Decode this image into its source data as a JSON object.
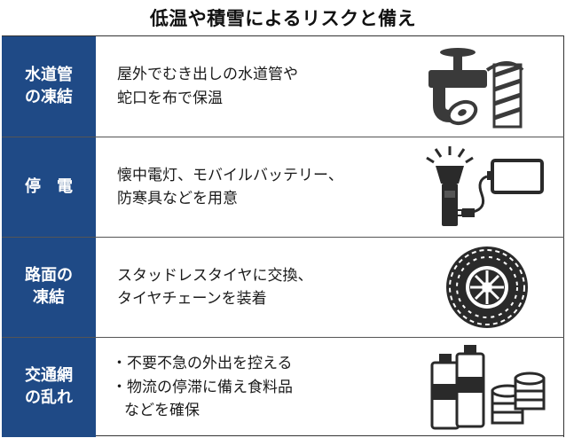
{
  "title": "低温や積雪によるリスクと備え",
  "rows": [
    {
      "label": "水道管\nの凍結",
      "lines": [
        "屋外でむき出しの水道管や",
        "蛇口を布で保温"
      ],
      "icon": "faucet-icon"
    },
    {
      "label": "停　電",
      "lines": [
        "懐中電灯、モバイルバッテリー、",
        "防寒具などを用意"
      ],
      "icon": "flashlight-battery-icon"
    },
    {
      "label": "路面の\n凍結",
      "lines": [
        "スタッドレスタイヤに交換、",
        "タイヤチェーンを装着"
      ],
      "icon": "tire-chain-icon"
    },
    {
      "label": "交通網\nの乱れ",
      "lines": [
        "・不要不急の外出を控える",
        "・物流の停滞に備え食料品",
        "などを確保"
      ],
      "icon": "water-bottles-cans-icon"
    }
  ]
}
